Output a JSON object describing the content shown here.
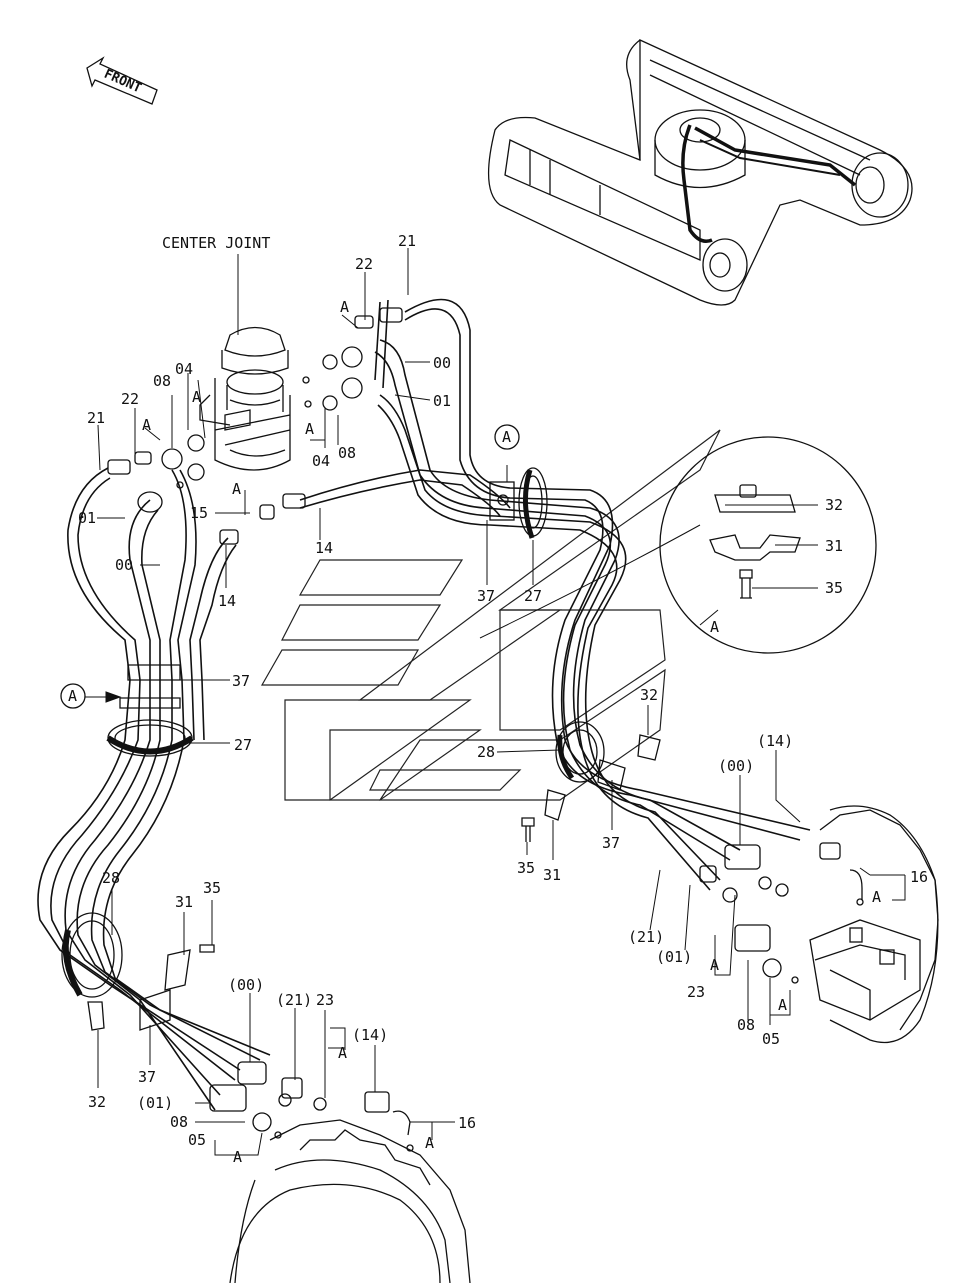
{
  "front_label": "FRONT",
  "center_joint_label": "CENTER JOINT",
  "detail_ref": "A",
  "callouts": {
    "c21_top": "21",
    "c22_top": "22",
    "c00_top": "00",
    "c01_top": "01",
    "c04_top": "04",
    "c08_top": "08",
    "c04_bot": "04",
    "c08_bot": "08",
    "c22_left": "22",
    "c21_left": "21",
    "c15": "15",
    "c14_mid": "14",
    "c01_left": "01",
    "c00_left": "00",
    "c14_left": "14",
    "c37_mid": "37",
    "c27_mid": "27",
    "c32_det": "32",
    "c31_det": "31",
    "c35_det": "35",
    "c37_left": "37",
    "c27_left": "27",
    "c32_r": "32",
    "c28_r": "28",
    "c37_r": "37",
    "c35_r": "35",
    "c31_r": "31",
    "c14p_r": "(14)",
    "c00p_r": "(00)",
    "c16_r": "16",
    "c21p_r": "(21)",
    "c01p_r": "(01)",
    "c23_r": "23",
    "c08_r": "08",
    "c05_r": "05",
    "c28_l": "28",
    "c31_l": "31",
    "c35_l": "35",
    "c32_l": "32",
    "c37_l": "37",
    "c00p_l": "(00)",
    "c21p_l": "(21)",
    "c23_l": "23",
    "c14p_l": "(14)",
    "c01p_l": "(01)",
    "c08_l": "08",
    "c05_l": "05",
    "c16_l": "16"
  },
  "a_marks": [
    "A",
    "A",
    "A",
    "A",
    "A",
    "A",
    "A",
    "A",
    "A",
    "A",
    "A",
    "A"
  ]
}
